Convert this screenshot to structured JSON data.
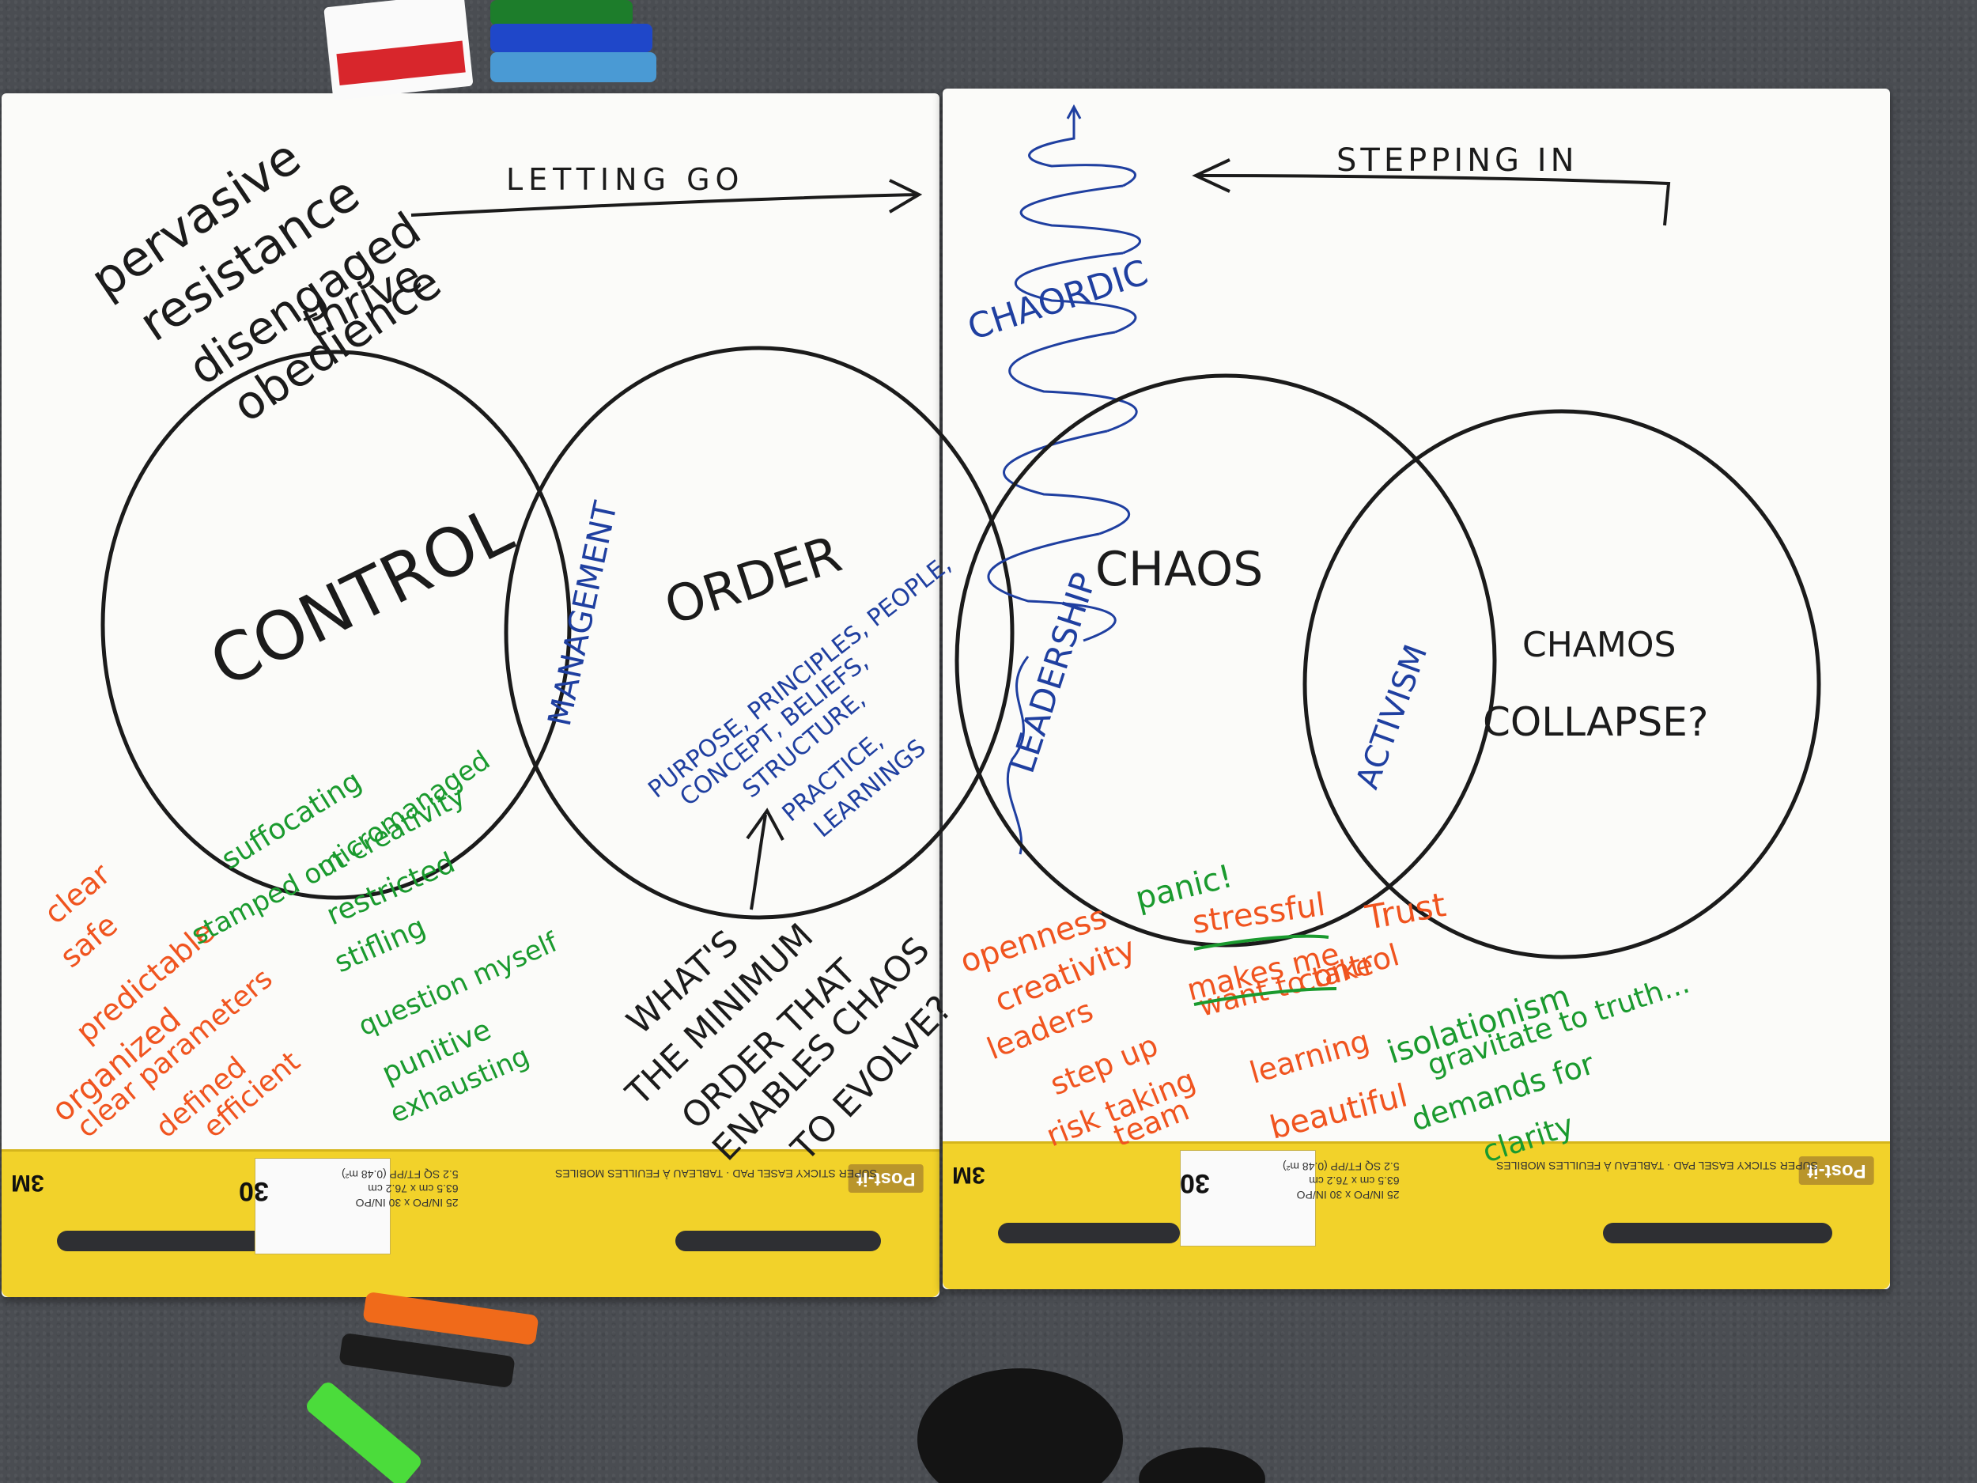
{
  "left_sheet": {
    "top_arrow_label": "LETTING GO",
    "side_notes": [
      "pervasive",
      "resistance",
      "disengaged",
      "obedience",
      "thrive"
    ],
    "circle_left_label": "CONTROL",
    "overlap_label": "MANAGEMENT",
    "circle_right_label": "ORDER",
    "order_items": [
      "PURPOSE, PRINCIPLES, PEOPLE,",
      "CONCEPT, BELIEFS,",
      "STRUCTURE,",
      "PRACTICE,",
      "LEARNINGS"
    ],
    "question": [
      "WHAT'S",
      "THE MINIMUM",
      "ORDER THAT",
      "ENABLES CHAOS",
      "TO EVOLVE?"
    ],
    "orange_words": [
      "clear",
      "safe",
      "predictable",
      "organized",
      "clear parameters",
      "defined",
      "efficient"
    ],
    "green_words": [
      "suffocating",
      "stamped out creativity",
      "micromanaged",
      "restricted",
      "stifling",
      "question myself",
      "punitive",
      "exhausting"
    ]
  },
  "right_sheet": {
    "top_arrow_label": "STEPPING IN",
    "spiral_label": "CHAORDIC",
    "overlap_left_label": "LEADERSHIP",
    "circle_left_label": "CHAOS",
    "overlap_right_label": "ACTIVISM",
    "circle_right_label": [
      "CHAMOS",
      "COLLAPSE?"
    ],
    "orange_words": [
      "openness",
      "creativity",
      "leaders",
      "step up",
      "risk taking",
      "team",
      "stressful",
      "makes me",
      "want to take",
      "control",
      "Trust",
      "learning",
      "beautiful"
    ],
    "green_words": [
      "panic!",
      "isolationism",
      "gravitate to truth...",
      "demands for",
      "clarity"
    ]
  },
  "pad_strip": {
    "brand": "Post-it",
    "count": "30",
    "maker": "3M",
    "size_text": "25 IN/PO x 30 IN/PO\n63.5 cm x 76.2 cm\n5.2 SQ FT/PP (0.48 m²)",
    "description": "SUPER STICKY EASEL PAD · TABLEAU À FEUILLES MOBILES"
  },
  "colors": {
    "black_ink": "#1b1b1b",
    "blue_ink": "#1f3fa0",
    "orange_ink": "#f0541f",
    "green_ink": "#1a9a2e",
    "strip_yellow": "#f2d22a",
    "carpet": "#4a4d52"
  },
  "icon_names": [
    "name-tag-sticker",
    "marker-pen",
    "shoe"
  ]
}
